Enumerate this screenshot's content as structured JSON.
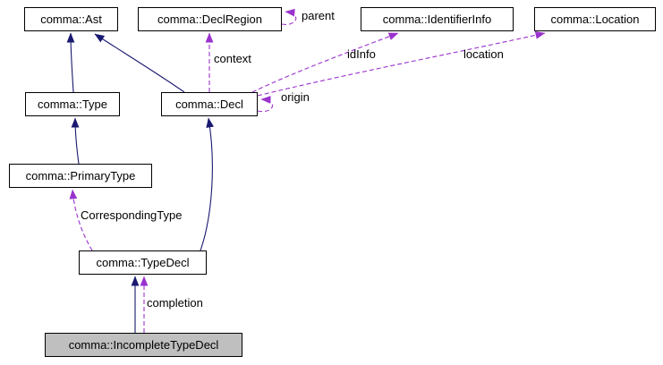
{
  "diagram": {
    "nodes": [
      {
        "id": "ast",
        "label": "comma::Ast"
      },
      {
        "id": "declregion",
        "label": "comma::DeclRegion"
      },
      {
        "id": "identifierinfo",
        "label": "comma::IdentifierInfo"
      },
      {
        "id": "location",
        "label": "comma::Location"
      },
      {
        "id": "type",
        "label": "comma::Type"
      },
      {
        "id": "decl",
        "label": "comma::Decl"
      },
      {
        "id": "primarytype",
        "label": "comma::PrimaryType"
      },
      {
        "id": "typedecl",
        "label": "comma::TypeDecl"
      },
      {
        "id": "incompletetypedecl",
        "label": "comma::IncompleteTypeDecl",
        "highlighted": true
      }
    ],
    "edge_labels": {
      "parent": "parent",
      "context": "context",
      "idInfo": "idInfo",
      "location": "location",
      "origin": "origin",
      "correspondingType": "CorrespondingType",
      "completion": "completion"
    },
    "colors": {
      "inheritance_edge": "#191970",
      "usage_edge": "#9a32cd",
      "node_border": "#000000",
      "node_bg": "#ffffff",
      "highlight_bg": "#bfbfbf"
    }
  }
}
